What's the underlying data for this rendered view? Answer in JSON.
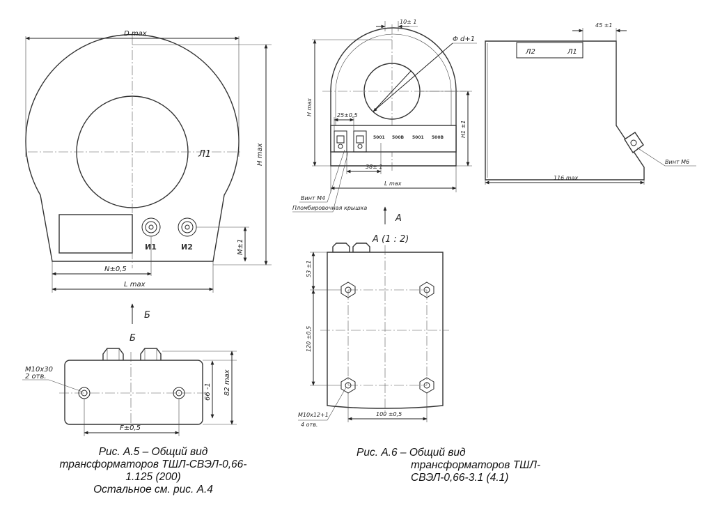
{
  "fig5": {
    "front": {
      "dim_d": "D max",
      "dim_h": "H max",
      "marking": "Л1",
      "term1": "И1",
      "term2": "И2",
      "dim_m": "M±1",
      "dim_n": "N±0,5",
      "dim_l": "L max"
    },
    "view_arrow_label": "Б",
    "view_title": "Б",
    "bottom": {
      "hole_note_1": "M10x30",
      "hole_note_2": "2 отв.",
      "dim_66": "66 -1",
      "dim_82": "82 max",
      "dim_f": "F±0,5"
    },
    "caption": [
      "Рис. А.5 – Общий вид",
      "трансформаторов ТШЛ-СВЭЛ-0,66-",
      "1.125 (200)",
      "Остальное см. рис. А.4"
    ]
  },
  "fig6": {
    "front": {
      "dim_10": "10± 1",
      "dim_phi": "Φ d+1",
      "dim_h": "H max",
      "dim_h1": "H1 ±1",
      "dim_25": "25±0,5",
      "dim_38": "38± 1",
      "dim_l": "L max",
      "screw_note": "Винт М4",
      "seal_note": "Пломбировочная крышка",
      "terminal_labels": [
        "5001",
        "500В",
        "5001",
        "500В"
      ]
    },
    "side": {
      "dim_45": "45 ±1",
      "mark_l2": "Л2",
      "mark_l1": "Л1",
      "dim_116": "116 max",
      "screw_note": "Винт М6"
    },
    "view_arrow_label": "A",
    "view_title": "A (1 : 2)",
    "bottom": {
      "dim_53": "53 ±1",
      "dim_120": "120 ±0,5",
      "dim_100": "100 ±0,5",
      "hole_note_1": "M10x12+1",
      "hole_note_2": "4 отв."
    },
    "caption": [
      "Рис. А.6 – Общий вид",
      "трансформаторов ТШЛ-",
      "СВЭЛ-0,66-3.1 (4.1)"
    ]
  }
}
